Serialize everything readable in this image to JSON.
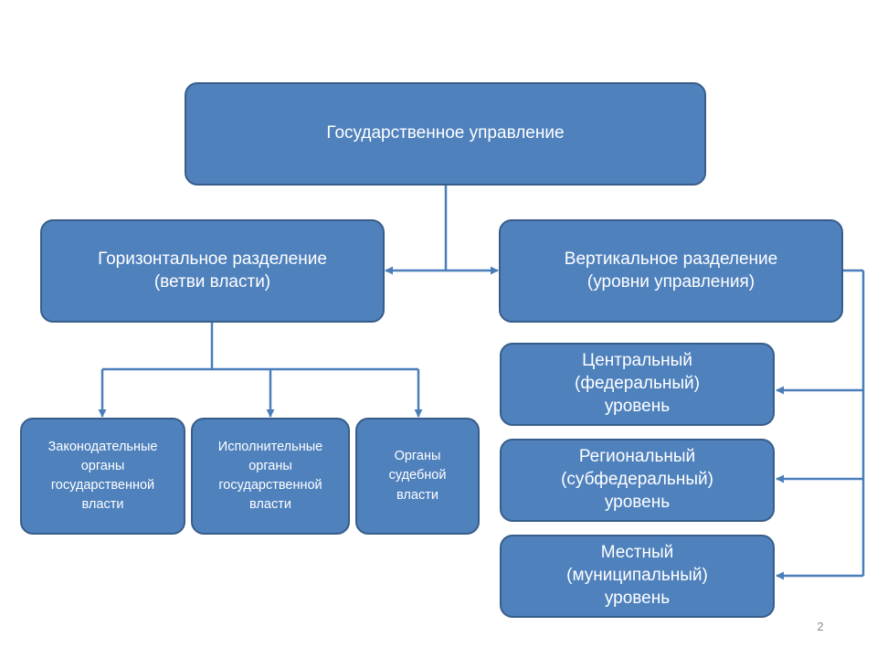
{
  "diagram": {
    "root": {
      "label": "Государственное управление"
    },
    "horizontal": {
      "label": "Горизонтальное разделение\n(ветви власти)",
      "children": [
        "Законодательные\nорганы\nгосударственной\nвласти",
        "Исполнительные\nорганы\nгосударственной\nвласти",
        "Органы\nсудебной\nвласти"
      ]
    },
    "vertical": {
      "label": "Вертикальное разделение\n(уровни управления)",
      "children": [
        "Центральный\n(федеральный)\nуровень",
        "Региональный\n(субфедеральный)\nуровень",
        "Местный\n(муниципальный)\nуровень"
      ]
    },
    "colors": {
      "box_fill": "#4f81bd",
      "box_border": "#385d8a",
      "connector": "#4a7ebb",
      "text": "#ffffff"
    }
  },
  "page_number": "2"
}
